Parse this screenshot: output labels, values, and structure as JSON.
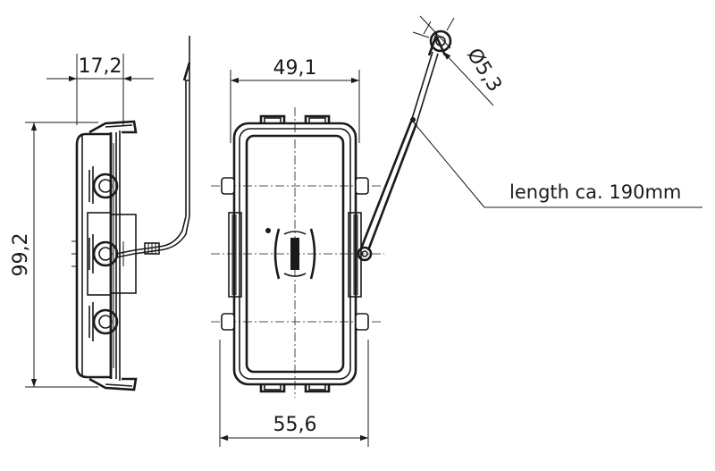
{
  "dimensions": {
    "side_depth": "17,2",
    "side_height": "99,2",
    "front_inner_width": "49,1",
    "front_outer_width": "55,6",
    "cable_loop_diameter": "Ø5,3"
  },
  "notes": {
    "cable_length": "length ca. 190mm"
  },
  "colors": {
    "line": "#1a1a1a",
    "background": "#ffffff"
  }
}
